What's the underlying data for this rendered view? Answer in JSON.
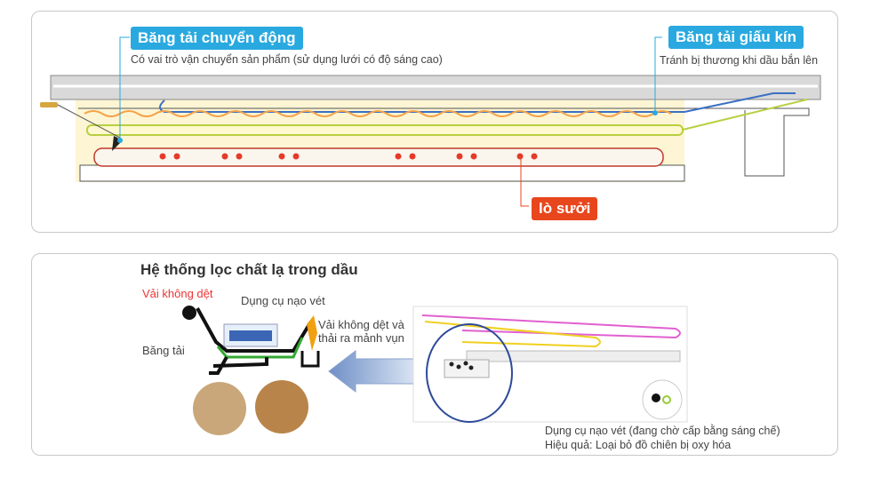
{
  "top_panel": {
    "moving_conveyor": {
      "label": "Băng tải chuyển động",
      "desc": "Có vai trò vận chuyển sản phẩm (sử dụng lưới có độ sáng cao)"
    },
    "hidden_conveyor": {
      "label": "Băng tải giấu kín",
      "desc": "Tránh bị thương khi dầu bắn lên"
    },
    "heater": {
      "label": "lò sưởi"
    }
  },
  "bottom_panel": {
    "title": "Hệ thống lọc chất lạ trong dầu",
    "nonwoven": "Vải không dệt",
    "scraper": "Dụng cụ nạo vét",
    "conveyor": "Băng tải",
    "discharge_line1": "Vải không dệt và",
    "discharge_line2": "thải ra mảnh vụn",
    "caption_line1": "Dụng cụ nạo vét (đang chờ cấp bằng sáng chế)",
    "caption_line2": "Hiệu quả: Loại bỏ đồ chiên bị oxy hóa"
  },
  "colors": {
    "blue_tag": "#29a9e0",
    "red_tag": "#e8461d"
  }
}
